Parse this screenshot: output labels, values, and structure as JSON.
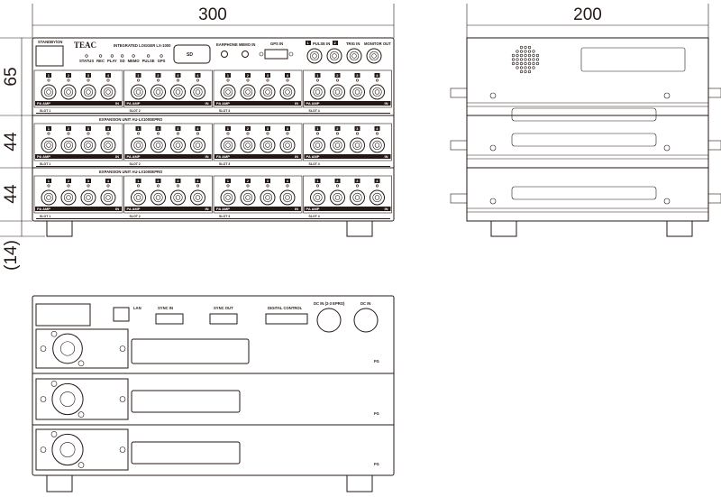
{
  "dimensions": {
    "width_front": "300",
    "depth_side": "200",
    "height_main": "65",
    "height_expansion_1": "44",
    "height_expansion_2": "44",
    "height_feet": "(14)"
  },
  "front_panel": {
    "power_label": "STANDBY/ON",
    "brand": "TEAC",
    "model": "INTEGRATED LOGGER LX-1000",
    "leds": [
      "STATUS",
      "REC",
      "PLAY",
      "SD",
      "MEMO",
      "PULSE",
      "GPS"
    ],
    "sd_label": "SD",
    "earphone": "EARPHONE",
    "memo_in": "MEMO IN",
    "gps_in": "GPS IN",
    "pulse_in": "PULSE IN",
    "pulse_numbers": [
      "1",
      "2"
    ],
    "trig_in": "TRIG IN",
    "monitor_out": "MONITOR OUT",
    "channel_numbers": [
      "1",
      "2",
      "3",
      "4"
    ],
    "amp_label": "PA AMP",
    "in_label": "IN",
    "slots": [
      "SLOT 1",
      "SLOT 2",
      "SLOT 3",
      "SLOT 4"
    ],
    "expansion_title": "EXPANSION UNIT AU-LX1000EPRO"
  },
  "rear_panel": {
    "lan": "LAN",
    "sync_in": "SYNC IN",
    "sync_out": "SYNC OUT",
    "digital_control": "DIGITAL CONTROL",
    "dc_in_epro": "DC IN (2-3 EPRO)",
    "dc_in": "DC IN",
    "fg": [
      "FG",
      "FG",
      "FG"
    ]
  }
}
